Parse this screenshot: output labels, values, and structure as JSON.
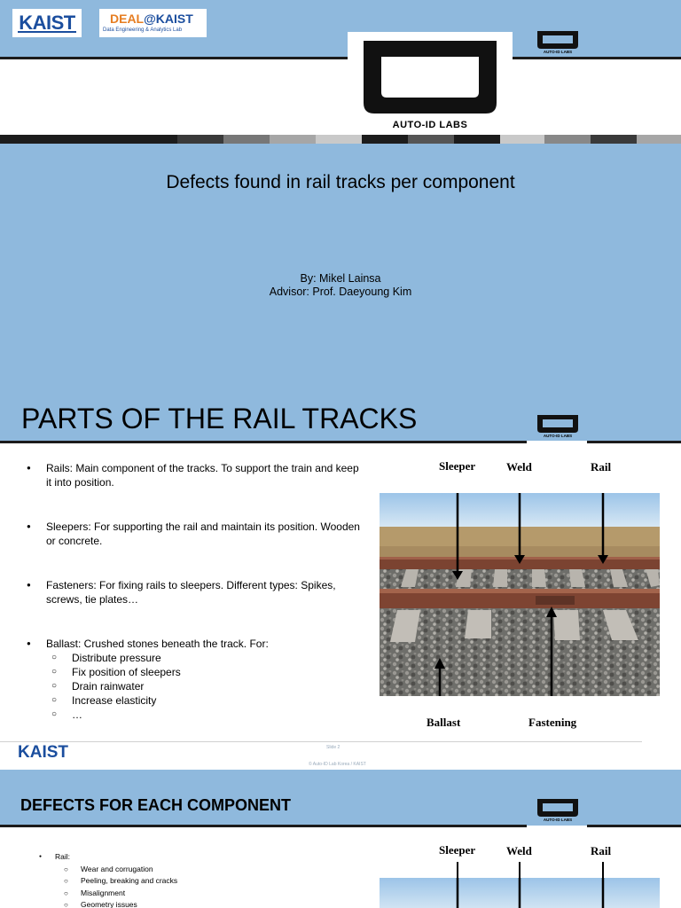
{
  "slide1": {
    "kaist_logo": "KAIST",
    "deal_logo": {
      "part1": "DEAL",
      "part2": "@KAIST",
      "subtitle": "Data Engineering & Analytics Lab"
    },
    "autoid_logo": "AUTO-ID LABS",
    "title": "Defects found in rail tracks per component",
    "by": "By: Mikel Lainsa",
    "advisor": "Advisor: Prof. Daeyoung Kim"
  },
  "slide2": {
    "title": "PARTS OF THE RAIL TRACKS",
    "logo": "AUTO-ID LABS",
    "bullets": [
      "Rails: Main component of the tracks. To support the train and keep it into position.",
      "Sleepers: For supporting the rail and maintain its position. Wooden or concrete.",
      "Fasteners: For fixing rails to sleepers. Different types: Spikes, screws, tie plates…",
      "Ballast: Crushed stones beneath the track. For:"
    ],
    "ballast_sub": [
      "Distribute pressure",
      "Fix position of sleepers",
      "Drain rainwater",
      "Increase elasticity",
      "…"
    ],
    "annotations": {
      "sleeper": "Sleeper",
      "weld": "Weld",
      "rail": "Rail",
      "ballast": "Ballast",
      "fastening": "Fastening"
    },
    "footer": {
      "kaist": "KAIST",
      "slide_num": "Slide 2",
      "copyright": "© Auto-ID Lab Korea / KAIST"
    }
  },
  "slide3": {
    "title": "DEFECTS FOR EACH COMPONENT",
    "logo": "AUTO-ID LABS",
    "bullet": "Rail:",
    "sub": [
      "Wear and corrugation",
      "Peeling, breaking and cracks",
      "Misalignment",
      "Geometry issues"
    ],
    "annotations": {
      "sleeper": "Sleeper",
      "weld": "Weld",
      "rail": "Rail"
    }
  },
  "colors": {
    "header_blue": "#8fb9dd",
    "kaist_blue": "#1b4e9e",
    "deal_orange": "#e67e22",
    "rail_rust": "#8a4b34"
  }
}
